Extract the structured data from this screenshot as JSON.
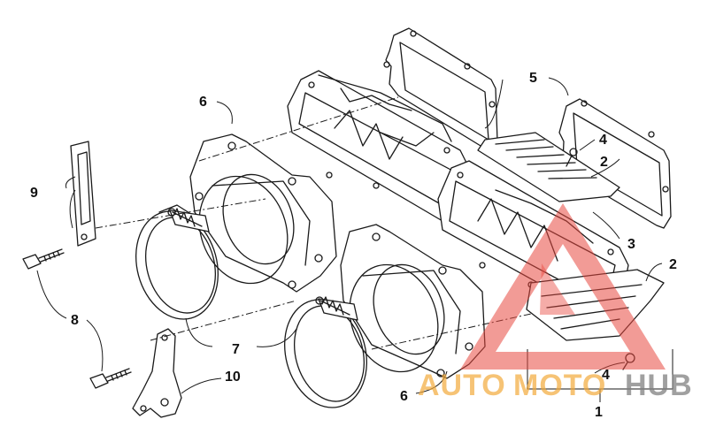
{
  "callouts": {
    "c1": "1",
    "c2a": "2",
    "c2b": "2",
    "c3": "3",
    "c4a": "4",
    "c4b": "4",
    "c5": "5",
    "c6a": "6",
    "c6b": "6",
    "c7": "7",
    "c8": "8",
    "c9": "9",
    "c10": "10"
  },
  "watermark": {
    "part1": "AUTO",
    "part2": "MOTO",
    "part3": "HUB",
    "color_red": "#e8483f",
    "color_orange": "#f2a93b",
    "color_gray": "#808080"
  }
}
